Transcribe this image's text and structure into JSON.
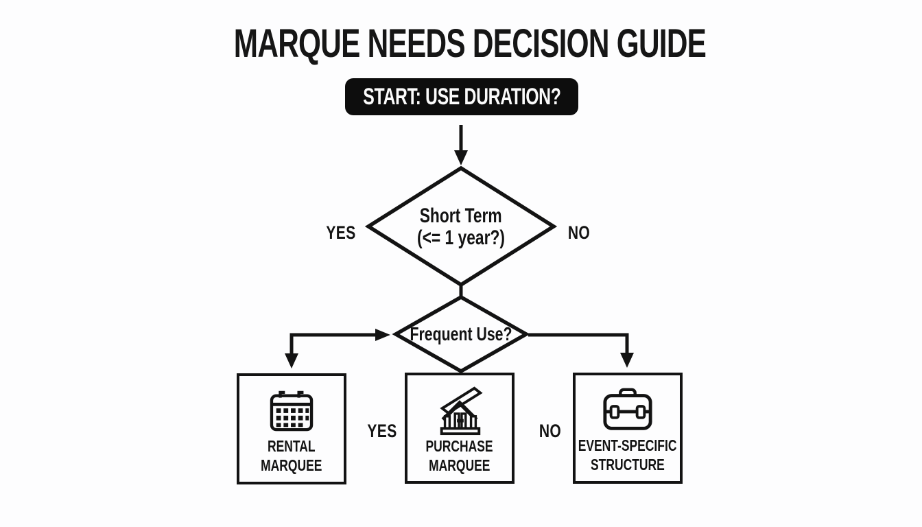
{
  "colors": {
    "ink": "#131313",
    "background": "#fdfdfe",
    "start_bg": "#0d0d0d",
    "start_text": "#fbfbfb"
  },
  "title": "MARQUE NEEDS DECISION GUIDE",
  "start_node": {
    "label": "START: USE DURATION?"
  },
  "decision_short_term": {
    "line1": "Short Term",
    "line2": "(<= 1 year?)",
    "yes_label": "YES",
    "no_label": "NO"
  },
  "decision_frequent_use": {
    "label": "Frequent Use?",
    "yes_label": "YES",
    "no_label": "NO"
  },
  "outcomes": {
    "rental": {
      "line1": "RENTAL",
      "line2": "MARQUEE",
      "icon": "calendar-icon"
    },
    "purchase": {
      "line1": "PURCHASE",
      "line2": "MARQUEE",
      "icon": "building-icon"
    },
    "event": {
      "line1": "EVENT-SPECIFIC",
      "line2": "STRUCTURE",
      "icon": "briefcase-icon"
    }
  }
}
